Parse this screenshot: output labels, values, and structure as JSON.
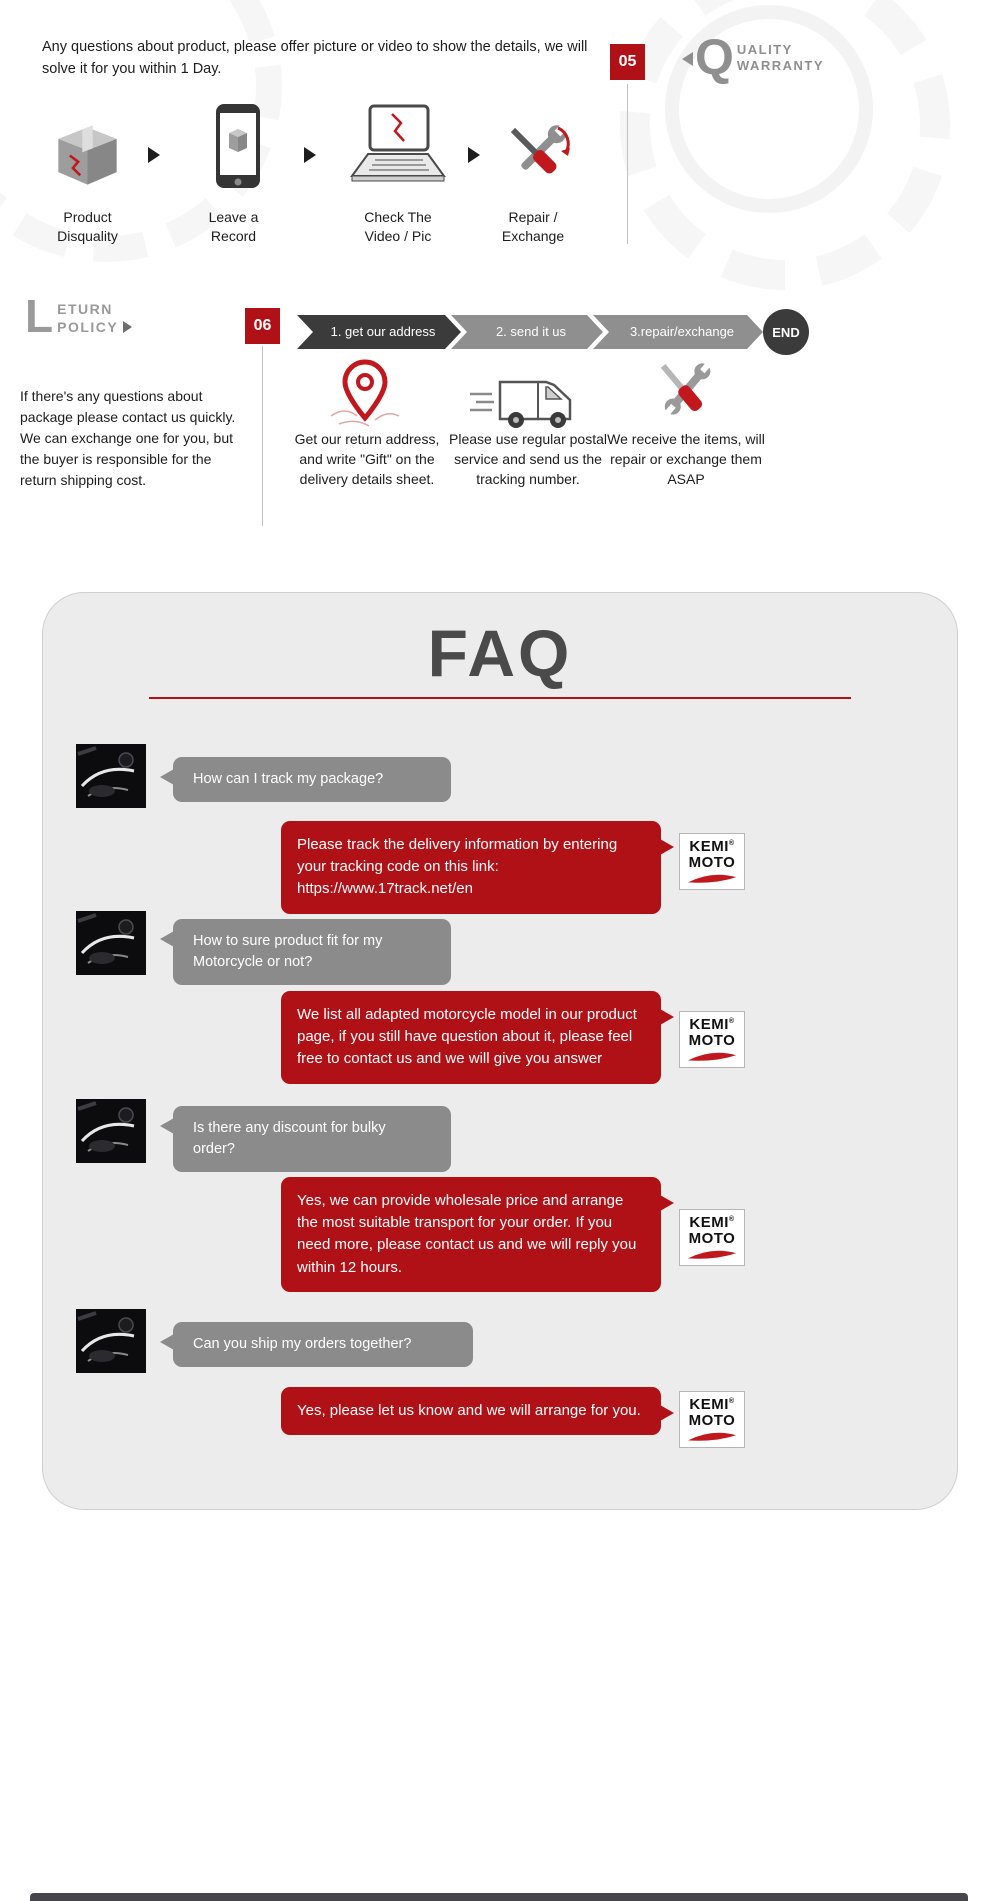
{
  "warranty": {
    "badge": "05",
    "intro": "Any questions about product, please offer picture or video to show the details, we will solve it for you within 1 Day.",
    "logo_q": "Q",
    "logo_line1": "UALITY",
    "logo_line2": "WARRANTY",
    "steps": [
      {
        "label": "Product\nDisquality"
      },
      {
        "label": "Leave a\nRecord"
      },
      {
        "label": "Check The\nVideo / Pic"
      },
      {
        "label": "Repair /\nExchange"
      }
    ]
  },
  "return_policy": {
    "badge": "06",
    "logo_letter": "L",
    "logo_line1": "ETURN",
    "logo_line2": "POLICY",
    "paragraph": "If there's any questions about package please contact us quickly. We can exchange one for you, but the buyer is responsible for the return shipping cost.",
    "banner": [
      "1. get our address",
      "2. send it us",
      "3.repair/exchange",
      "END"
    ],
    "steps": [
      {
        "caption": "Get our return address, and write \"Gift\" on the delivery details sheet."
      },
      {
        "caption": "Please use regular postal service and send us the tracking number."
      },
      {
        "caption": "We receive the items, will repair or exchange them ASAP"
      }
    ]
  },
  "faq": {
    "title": "FAQ",
    "brand_line1": "KEMI",
    "brand_reg": "®",
    "brand_line2": "MOTO",
    "items": [
      {
        "question": "How can I track my package?",
        "answer": "Please track the delivery information by entering your tracking code on this link: https://www.17track.net/en"
      },
      {
        "question": "How to sure product fit for my Motorcycle or not?",
        "answer": "We list all adapted motorcycle model in our product page, if you still have question about it, please feel free to contact us and we will give you answer"
      },
      {
        "question": "Is there any discount for bulky order?",
        "answer": "Yes, we can provide wholesale price and arrange the most suitable transport for your order. If you need more, please contact us and we will reply you within 12 hours."
      },
      {
        "question": "Can you ship my orders together?",
        "answer": "Yes, please let us know and we will arrange for you."
      }
    ]
  },
  "colors": {
    "accent_red": "#b01117",
    "dark": "#3b3b3b",
    "gray_bubble": "#8b8b8b",
    "panel_bg": "#ececec"
  }
}
